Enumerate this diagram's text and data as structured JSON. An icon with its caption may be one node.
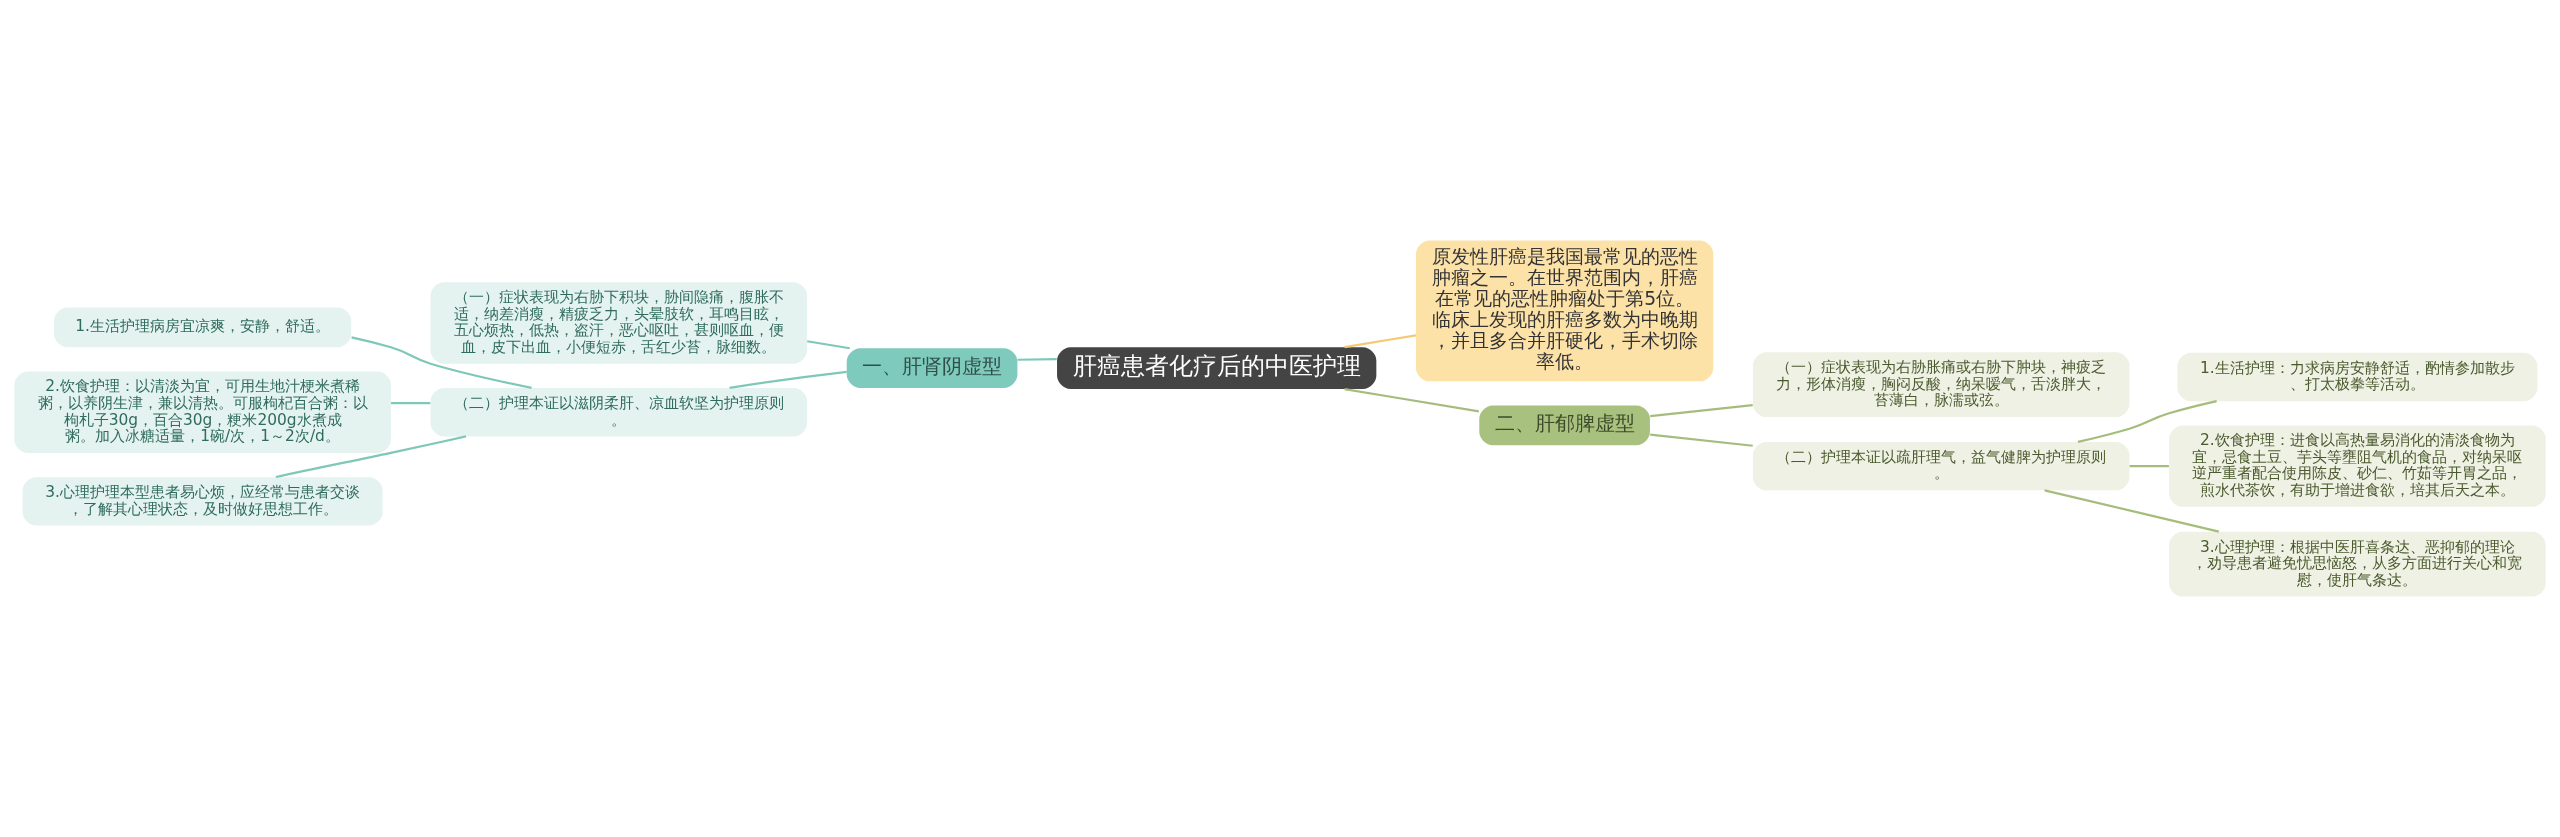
{
  "diagram": {
    "nodes": [
      {
        "text": [
          "肝癌患者化疗后的中医护理"
        ]
      },
      {
        "text": [
          "原发性肝癌是我国最常见的恶性肿瘤之一。在世界范围内，肝癌在常见的恶性肿瘤处于第5位。临床上发现的肝癌多数为中晚期，并且多合并肝硬化，手术切除率低。"
        ]
      },
      {
        "text": [
          "一、肝肾阴虚型"
        ]
      },
      {
        "text": [
          "（一）症状表现为右胁下积块，胁间隐痛，腹胀不适，纳差消瘦，精疲乏力，头晕肢软，耳鸣目眩，五心烦热，低热，盗汗，恶心呕吐，甚则呕血，便血，皮下出血，小便短赤，舌红少苔，脉细数。"
        ]
      },
      {
        "text": [
          "（二）护理本证以滋阴柔肝、凉血软坚为护理原则。"
        ]
      },
      {
        "text": [
          "1.生活护理病房宜凉爽，安静，舒适。"
        ]
      },
      {
        "text": [
          "2.饮食护理：以清淡为宜，可用生地汁梗米煮稀粥，以养阴生津，兼以清热。可服枸杞百合粥：以枸札子30g，百合30g，粳米200g水煮成粥。加入冰糖适量，1碗/次，1～2次/d。"
        ]
      },
      {
        "text": [
          "3.心理护理本型患者易心烦，应经常与患者交谈，了解其心理状态，及时做好思想工作。"
        ]
      },
      {
        "text": [
          "二、肝郁脾虚型"
        ]
      },
      {
        "text": [
          "（一）症状表现为右胁胀痛或右胁下肿块，神疲乏力，形体消瘦，胸闷反酸，纳呆嗳气，舌淡胖大，苔薄白，脉濡或弦。"
        ]
      },
      {
        "text": [
          "（二）护理本证以疏肝理气，益气健脾为护理原则。"
        ]
      },
      {
        "text": [
          "1.生活护理：力求病房安静舒适，酌情参加散步、打太极拳等活动。"
        ]
      },
      {
        "text": [
          "2.饮食护理：进食以高热量易消化的清淡食物为宜，忌食土豆、芋头等壅阻气机的食品，对纳呆呕逆严重者配合使用陈皮、砂仁、竹茹等开胃之品，煎水代茶饮，有助于增进食欲，培其后天之本。"
        ]
      },
      {
        "text": [
          "3.心理护理：根据中医肝喜条达、恶抑郁的理论，劝导患者避免忧思恼怒，从多方面进行关心和宽慰，使肝气条达。"
        ]
      }
    ],
    "edges": [
      {
        "from": 0,
        "to": 1,
        "arrow": "none",
        "color": "#f7c873"
      },
      {
        "from": 0,
        "to": 2,
        "arrow": "none",
        "color": "#7ec8b8"
      },
      {
        "from": 2,
        "to": 3,
        "arrow": "none",
        "color": "#7ec8b8"
      },
      {
        "from": 2,
        "to": 4,
        "arrow": "none",
        "color": "#7ec8b8"
      },
      {
        "from": 4,
        "to": 5,
        "arrow": "none",
        "color": "#7ec8b8"
      },
      {
        "from": 4,
        "to": 6,
        "arrow": "none",
        "color": "#7ec8b8"
      },
      {
        "from": 4,
        "to": 7,
        "arrow": "none",
        "color": "#7ec8b8"
      },
      {
        "from": 0,
        "to": 8,
        "arrow": "none",
        "color": "#a5bd7c"
      },
      {
        "from": 8,
        "to": 9,
        "arrow": "none",
        "color": "#a5bd7c"
      },
      {
        "from": 8,
        "to": 10,
        "arrow": "none",
        "color": "#a5bd7c"
      },
      {
        "from": 10,
        "to": 11,
        "arrow": "none",
        "color": "#a5bd7c"
      },
      {
        "from": 10,
        "to": 12,
        "arrow": "none",
        "color": "#a5bd7c"
      },
      {
        "from": 10,
        "to": 13,
        "arrow": "none",
        "color": "#a5bd7c"
      }
    ]
  }
}
